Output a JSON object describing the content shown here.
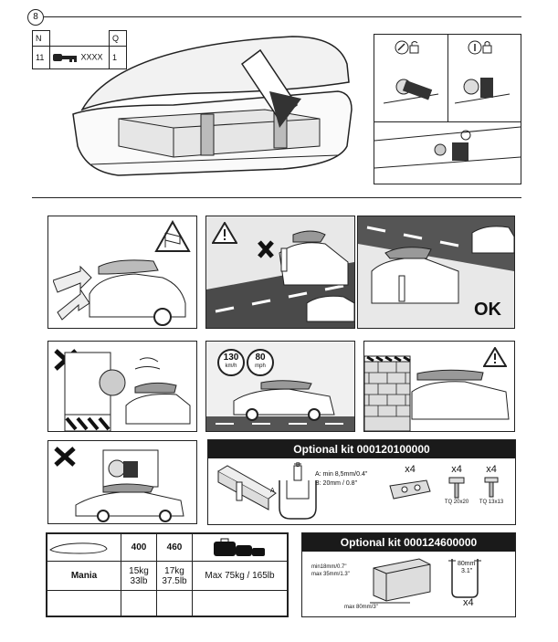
{
  "step": {
    "number": "8"
  },
  "part_table": {
    "col_n": "N",
    "col_q": "Q",
    "n_value": "11",
    "part_code": "XXXX",
    "q_value": "1"
  },
  "warnings": {
    "ok_label": "OK"
  },
  "speed_signs": [
    {
      "value": "130",
      "unit": "km/h"
    },
    {
      "value": "80",
      "unit": "mph"
    }
  ],
  "optional_kit_1": {
    "title": "Optional kit 000120100000",
    "spec_a": "A: min 8,5mm/0.4\"",
    "spec_b": "B: 20mm / 0.8\"",
    "label_a": "A",
    "label_b": "B",
    "items": [
      {
        "qty": "x4",
        "caption": ""
      },
      {
        "qty": "x4",
        "caption": "TQ 20x20"
      },
      {
        "qty": "x4",
        "caption": "TQ 13x13"
      }
    ]
  },
  "spec_table": {
    "sizes": [
      "400",
      "460"
    ],
    "model": "Mania",
    "weights": [
      "15kg\n33lb",
      "17kg\n37.5lb"
    ],
    "max_load": "Max 75kg / 165lb"
  },
  "optional_kit_2": {
    "title": "Optional kit 000124600000",
    "dim_min": "min18mm/0.7\"",
    "dim_max": "max 35mm/1.3\"",
    "dim_width": "max 80mm/3\"",
    "bracket_dim": "80mm",
    "bracket_dim_in": "3.1\"",
    "qty": "x4"
  }
}
